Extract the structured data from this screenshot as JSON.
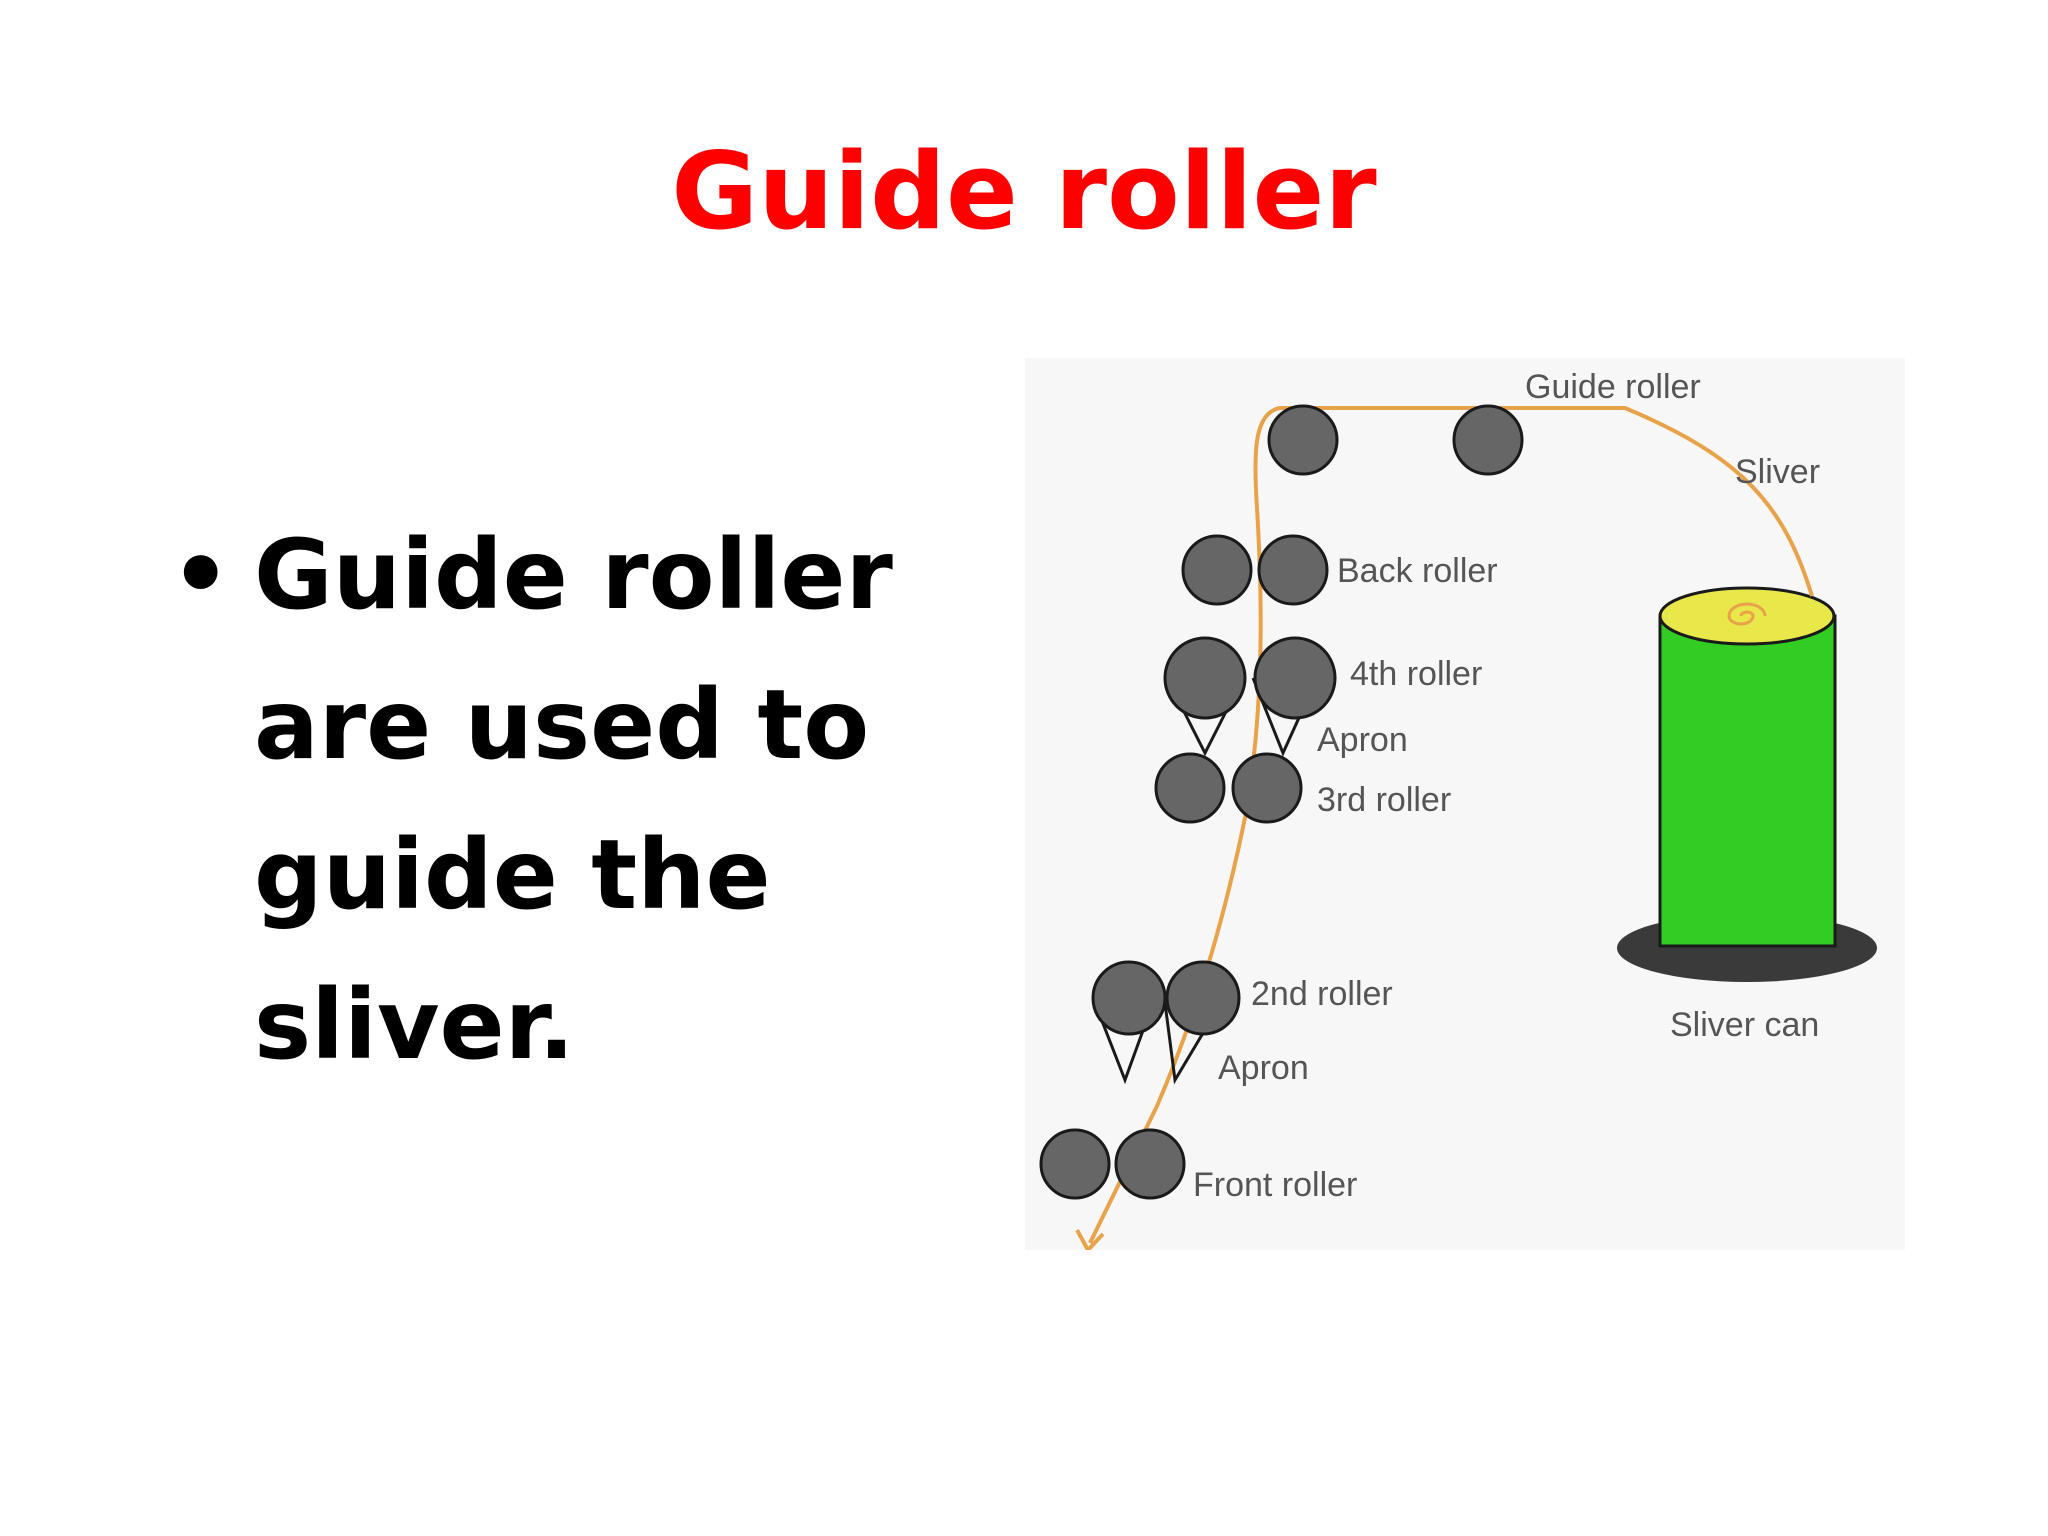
{
  "slide": {
    "title": "Guide roller",
    "bullet": {
      "marker": "•",
      "text": "Guide roller are used to guide the sliver."
    }
  },
  "diagram": {
    "labels": {
      "guide_roller": "Guide roller",
      "sliver": "Sliver",
      "back_roller": "Back roller",
      "fourth_roller": "4th roller",
      "apron_top": "Apron",
      "third_roller": "3rd roller",
      "second_roller": "2nd roller",
      "apron_bottom": "Apron",
      "front_roller": "Front roller",
      "sliver_can": "Sliver can"
    },
    "colors": {
      "title": "#ff0000",
      "roller": "#666666",
      "sliver": "#e8a24a",
      "can_body": "#33cc22",
      "can_top": "#e8e84a",
      "can_base": "#3a3a3a",
      "panel_bg": "#f7f7f7"
    }
  }
}
